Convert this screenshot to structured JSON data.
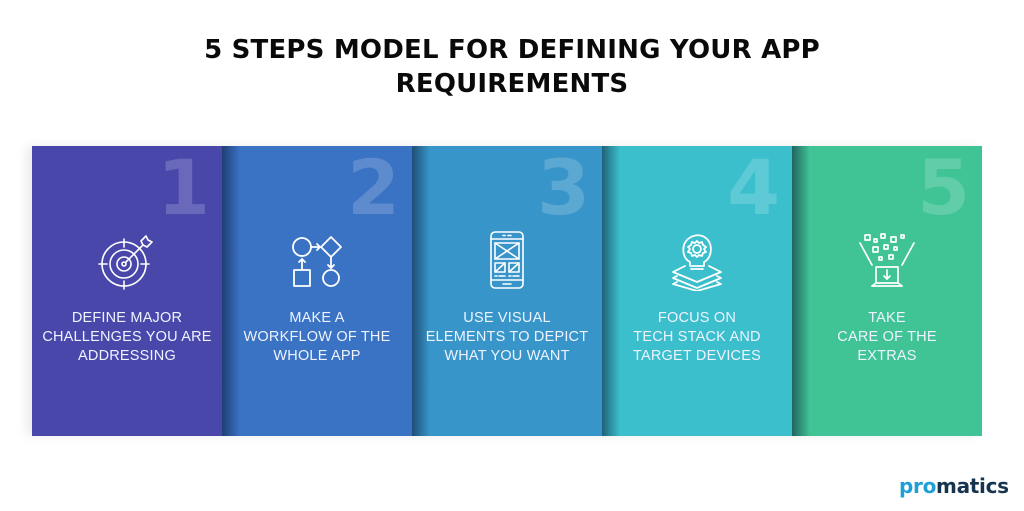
{
  "title": {
    "line1": "5 STEPS MODEL FOR DEFINING YOUR APP",
    "line2": "REQUIREMENTS"
  },
  "steps": [
    {
      "number": "1",
      "icon": "target-arrow-icon",
      "color": "#4a47ab",
      "label_lines": [
        "DEFINE MAJOR",
        "CHALLENGES YOU ARE",
        "ADDRESSING"
      ]
    },
    {
      "number": "2",
      "icon": "workflow-icon",
      "color": "#3a72c4",
      "label_lines": [
        "MAKE A",
        "WORKFLOW OF THE",
        "WHOLE APP"
      ]
    },
    {
      "number": "3",
      "icon": "mobile-wireframe-icon",
      "color": "#3895c9",
      "label_lines": [
        "USE VISUAL",
        "ELEMENTS TO DEPICT",
        "WHAT YOU WANT"
      ]
    },
    {
      "number": "4",
      "icon": "lightbulb-stack-icon",
      "color": "#3bbfcc",
      "label_lines": [
        "FOCUS ON",
        "TECH STACK AND",
        "TARGET DEVICES"
      ]
    },
    {
      "number": "5",
      "icon": "laptop-extras-icon",
      "color": "#40c496",
      "label_lines": [
        "TAKE",
        "CARE OF THE",
        "EXTRAS"
      ]
    }
  ],
  "logo": {
    "part1": "pro",
    "part2": "matics",
    "color1": "#1e9fd8",
    "color2": "#17344f"
  }
}
